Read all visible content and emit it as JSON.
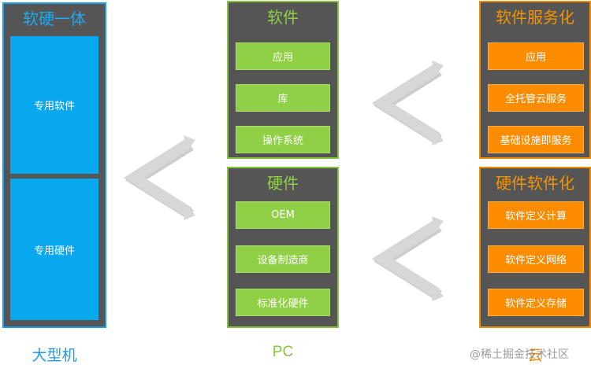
{
  "mainframe": {
    "title": "软硬一体",
    "blocks": [
      "专用软件",
      "专用硬件"
    ],
    "caption": "大型机"
  },
  "pc": {
    "software": {
      "title": "软件",
      "items": [
        "应用",
        "库",
        "操作系统"
      ]
    },
    "hardware": {
      "title": "硬件",
      "items": [
        "OEM",
        "设备制造商",
        "标准化硬件"
      ]
    },
    "caption": "PC"
  },
  "cloud": {
    "software": {
      "title": "软件服务化",
      "items": [
        "应用",
        "全托管云服务",
        "基础设施即服务"
      ]
    },
    "hardware": {
      "title": "硬件软件化",
      "items": [
        "软件定义计算",
        "软件定义网络",
        "软件定义存储"
      ]
    },
    "caption": "云"
  },
  "watermark": "@稀土掘金技术社区",
  "colors": {
    "blue": "#08a8ee",
    "green": "#8fd046",
    "orange": "#fb8c00",
    "panel": "#555555"
  }
}
